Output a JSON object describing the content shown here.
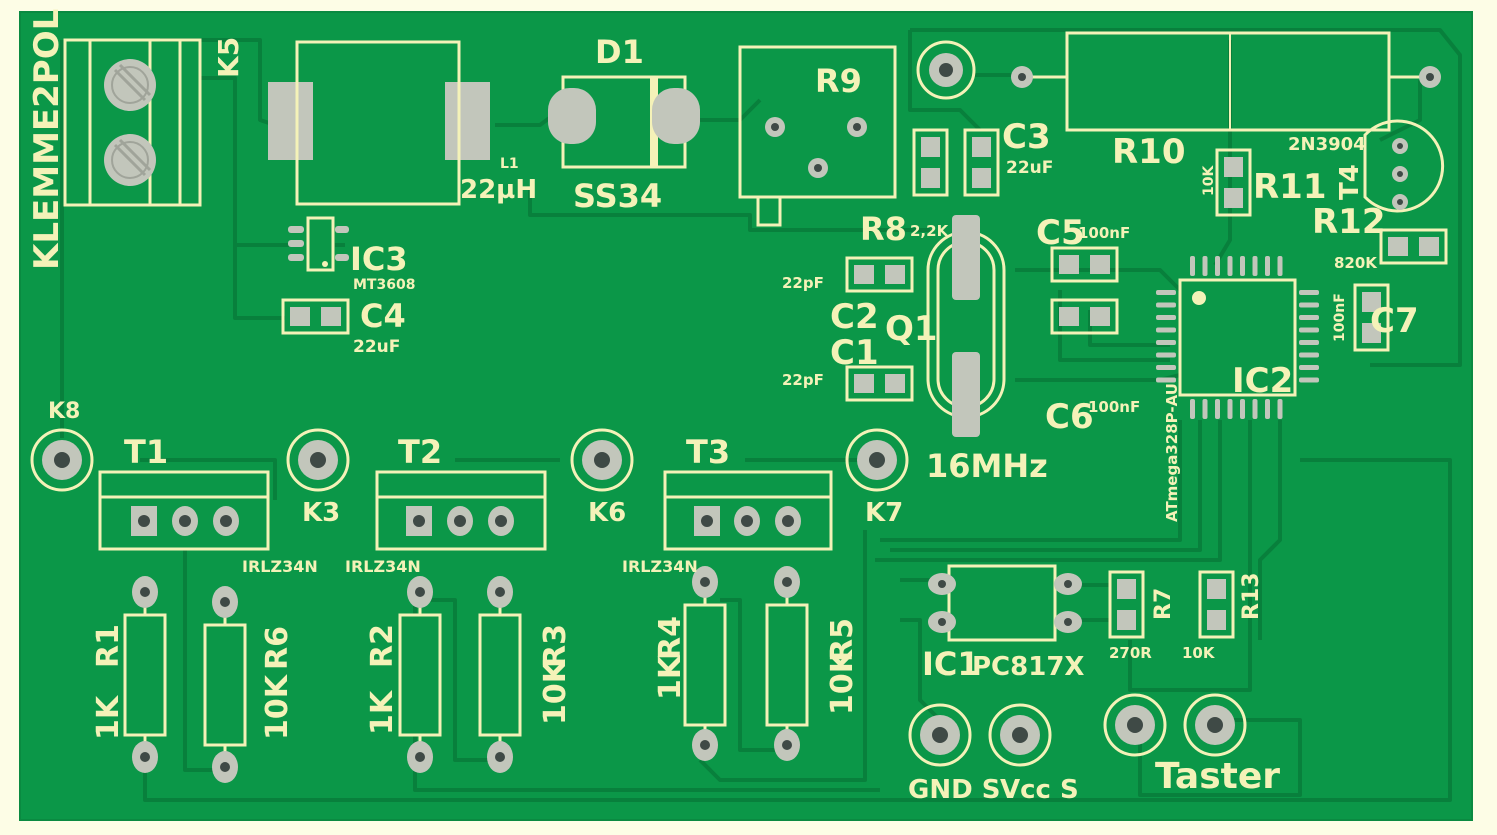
{
  "colors": {
    "board": "#0b9748",
    "trace": "#08803c",
    "silk": "#f4f2b8",
    "pad": "#c2c6bb",
    "hole": "#3f4a46",
    "background": "#fdfde6"
  },
  "labels": {
    "klemme": "KLEMME2POL",
    "k5": "K5",
    "l1": "L1",
    "l1_value": "22µH",
    "d1": "D1",
    "d1_value": "SS34",
    "r9": "R9",
    "r10": "R10",
    "c3": "C3",
    "c3_value": "22uF",
    "t4_type": "2N3904",
    "t4": "T4",
    "r11_value": "10K",
    "r11": "R11",
    "r12": "R12",
    "r12_value": "820K",
    "r8": "R8",
    "r8_value": "2,2K",
    "c5": "C5",
    "c5_value": "100nF",
    "c2_value": "22pF",
    "c2": "C2",
    "q1": "Q1",
    "c1": "C1",
    "c1_value": "22pF",
    "c6": "C6",
    "c6_value": "100nF",
    "q1_value": "16MHz",
    "ic2_part": "ATmega328P-AU",
    "ic2": "IC2",
    "c7_value": "100nF",
    "c7": "C7",
    "ic3": "IC3",
    "ic3_part": "MT3608",
    "c4": "C4",
    "c4_value": "22uF",
    "k8": "K8",
    "t1": "T1",
    "k3": "K3",
    "t2": "T2",
    "k6": "K6",
    "t3": "T3",
    "k7": "K7",
    "t1_part": "IRLZ34N",
    "t2_part": "IRLZ34N",
    "t3_part": "IRLZ34N",
    "r1": "R1",
    "r1_value": "1K",
    "r6": "R6",
    "r6_value": "10K",
    "r2": "R2",
    "r2_value": "1K",
    "r3": "R3",
    "r3_value": "10K",
    "r4": "R4",
    "r4_value": "1K",
    "r5": "R5",
    "r5_value": "10K",
    "ic1": "IC1",
    "ic1_part": "PC817X",
    "r7": "R7",
    "r7_value": "270R",
    "r13": "R13",
    "r13_value": "10K",
    "gnd_s": "GND S",
    "vcc_s": "Vcc S",
    "taster": "Taster"
  }
}
